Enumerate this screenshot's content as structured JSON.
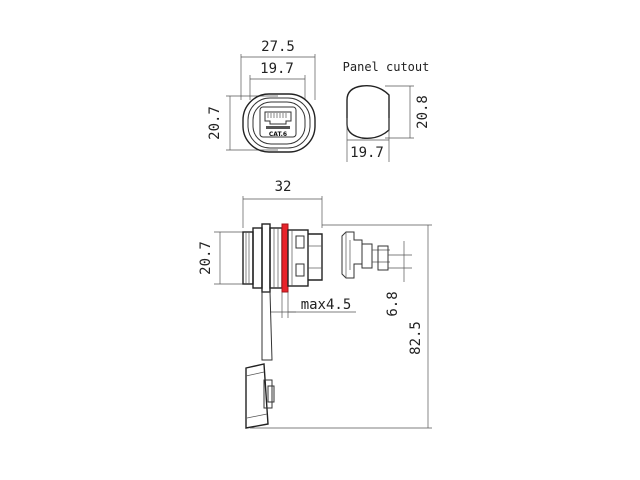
{
  "front_view": {
    "overall_width": "27.5",
    "inner_width": "19.7",
    "height": "20.7",
    "jack_label": "CAT.6"
  },
  "panel_cutout": {
    "title": "Panel cutout",
    "height": "20.8",
    "width": "19.7"
  },
  "side_view": {
    "length": "32",
    "height": "20.7",
    "panel_thickness": "max4.5",
    "pin_height": "6.8",
    "total_height": "82.5"
  },
  "colors": {
    "gasket": "#e8232a",
    "line": "#333333"
  }
}
